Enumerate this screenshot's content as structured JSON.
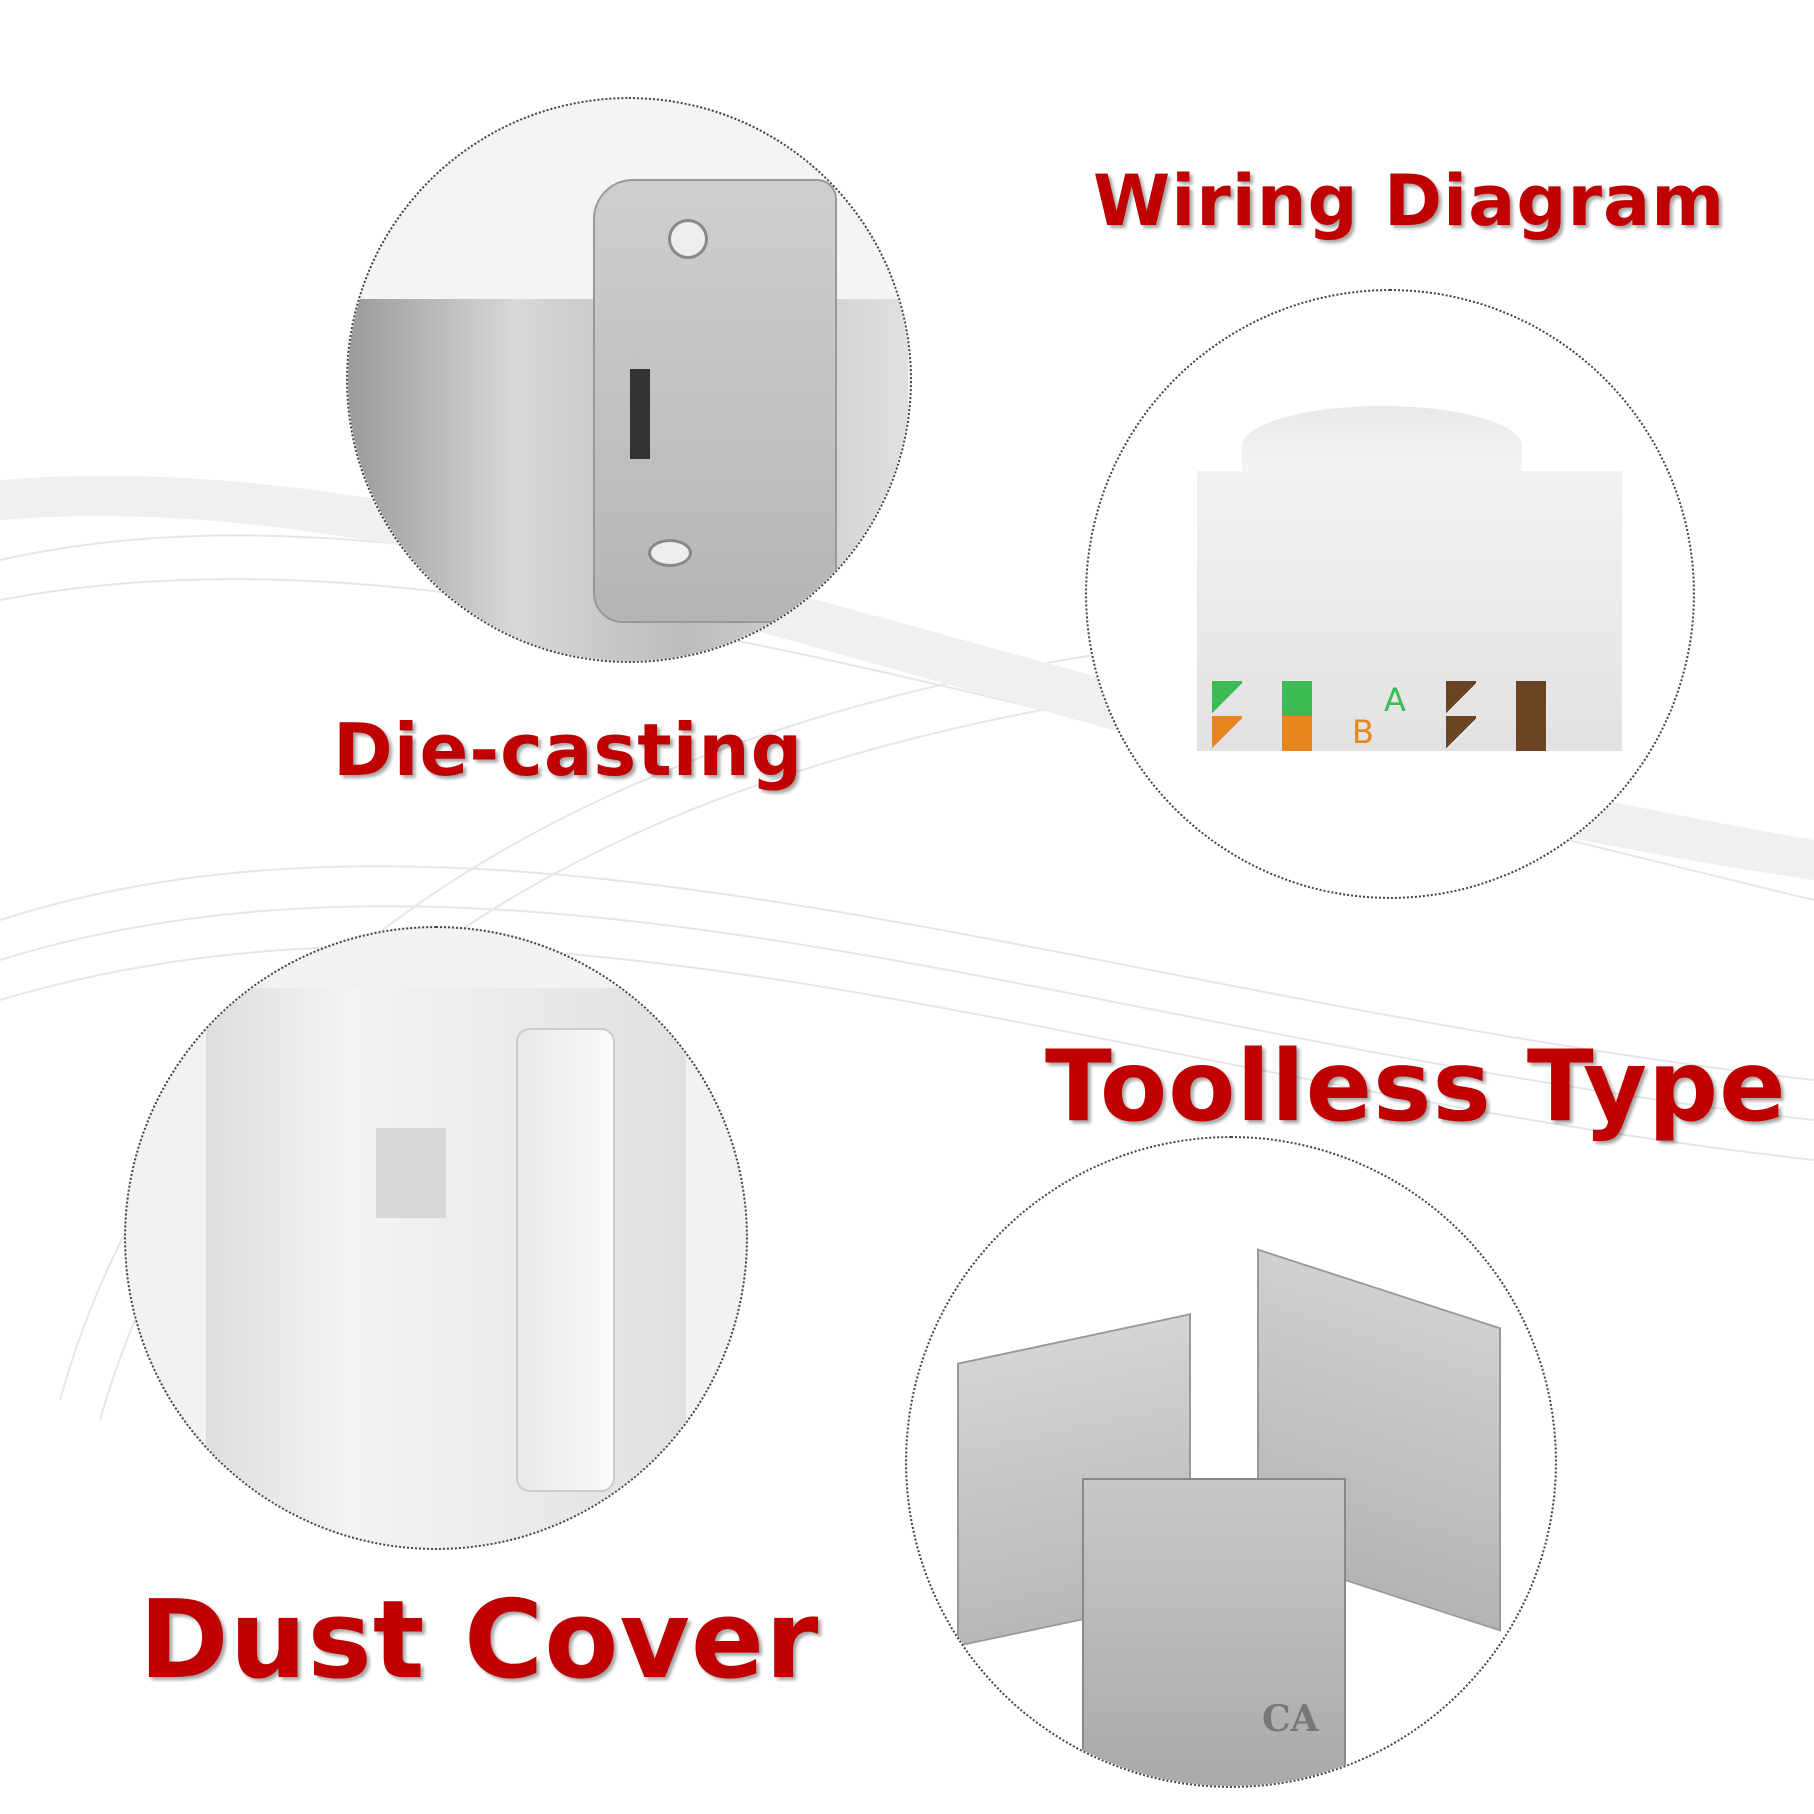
{
  "labels": {
    "wiring": "Wiring Diagram",
    "die_casting": "Die-casting",
    "toolless": "Toolless Type",
    "dust_cover": "Dust Cover"
  },
  "wiring_markers": {
    "a": "A",
    "b": "B"
  },
  "jack_print": "CA",
  "colors": {
    "label": "#c00000",
    "green": "#3dbb55",
    "orange": "#e6861f",
    "brown": "#6b4423",
    "metal": "#c9c9c9"
  }
}
